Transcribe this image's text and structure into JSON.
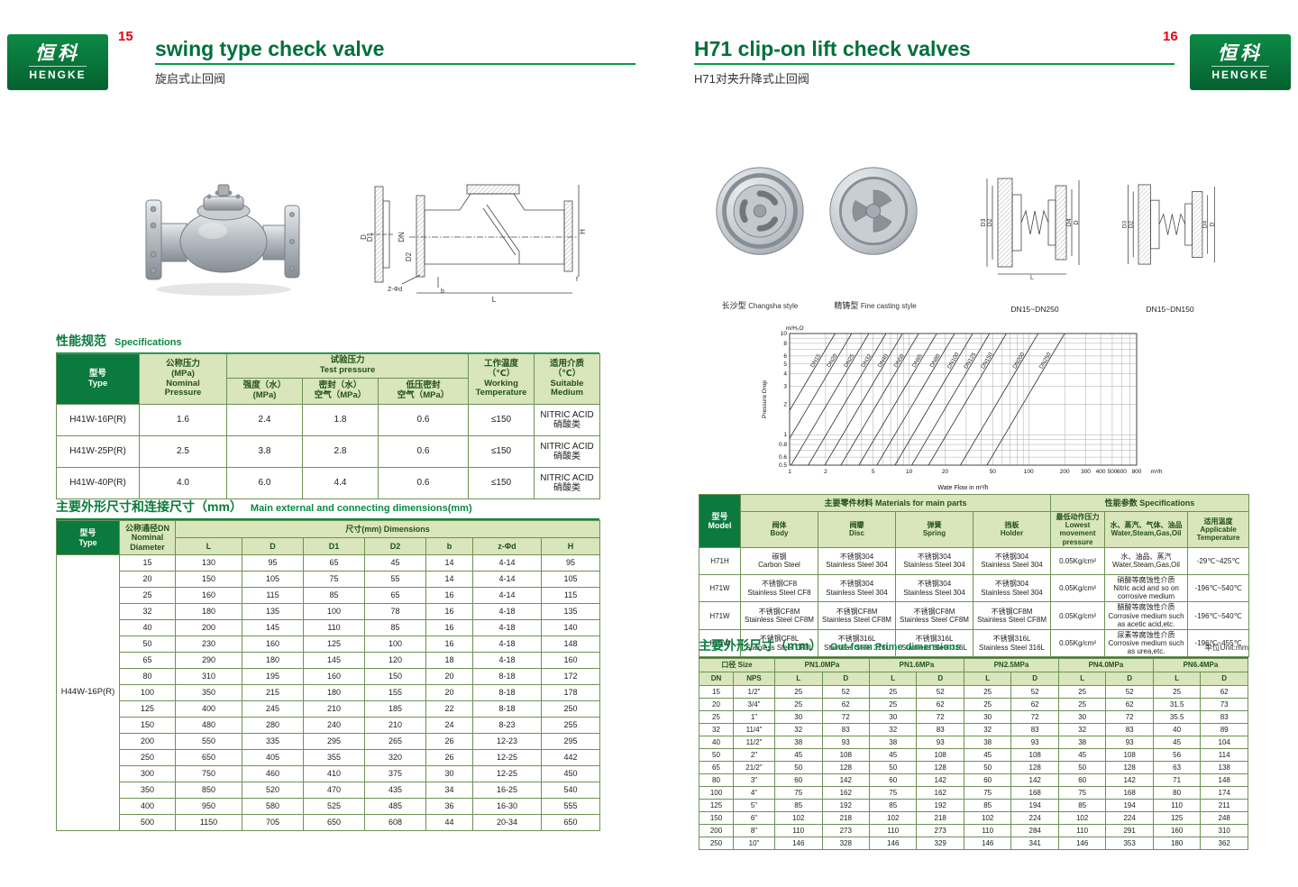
{
  "brand": {
    "logo_zh": "恒科",
    "logo_en": "HENGKE"
  },
  "header": {
    "left_page_no": "15",
    "left_title_en": "swing type check valve",
    "left_title_zh": "旋启式止回阀",
    "right_page_no": "16",
    "right_title_en": "H71 clip-on lift check valves",
    "right_title_zh": "H71对夹升降式止回阀"
  },
  "left_page": {
    "spec": {
      "heading_zh": "性能规范",
      "heading_en": "Specifications",
      "headers": {
        "type": "型号\nType",
        "nominal": "公称压力\n(MPa)\nNominal\nPressure",
        "test": "试验压力\nTest pressure",
        "strength": "强度（水）\n(MPa)",
        "seal": "密封（水）\n空气（MPa）",
        "low_seal": "低压密封\n空气（MPa）",
        "working": "工作温度（℃）\nWorking\nTemperature",
        "medium": "适用介质（℃）\nSuitable\nMedium"
      },
      "rows": [
        [
          "H41W-16P(R)",
          "1.6",
          "2.4",
          "1.8",
          "0.6",
          "≤150",
          "NITRIC ACID\n硝酸类"
        ],
        [
          "H41W-25P(R)",
          "2.5",
          "3.8",
          "2.8",
          "0.6",
          "≤150",
          "NITRIC ACID\n硝酸类"
        ],
        [
          "H41W-40P(R)",
          "4.0",
          "6.0",
          "4.4",
          "0.6",
          "≤150",
          "NITRIC ACID\n硝酸类"
        ]
      ]
    },
    "dims": {
      "heading_zh": "主要外形尺寸和连接尺寸（mm）",
      "heading_en": "Main external and connecting dimensions(mm)",
      "model": "H44W-16P(R)",
      "headers": {
        "type": "型号\nType",
        "dn": "公称通径DN\nNominal\nDiameter",
        "dims": "尺寸(mm) Dimensions",
        "cols": [
          "L",
          "D",
          "D1",
          "D2",
          "b",
          "z-Φd",
          "H"
        ]
      },
      "rows": [
        [
          "15",
          "130",
          "95",
          "65",
          "45",
          "14",
          "4-14",
          "95"
        ],
        [
          "20",
          "150",
          "105",
          "75",
          "55",
          "14",
          "4-14",
          "105"
        ],
        [
          "25",
          "160",
          "115",
          "85",
          "65",
          "16",
          "4-14",
          "115"
        ],
        [
          "32",
          "180",
          "135",
          "100",
          "78",
          "16",
          "4-18",
          "135"
        ],
        [
          "40",
          "200",
          "145",
          "110",
          "85",
          "16",
          "4-18",
          "140"
        ],
        [
          "50",
          "230",
          "160",
          "125",
          "100",
          "16",
          "4-18",
          "148"
        ],
        [
          "65",
          "290",
          "180",
          "145",
          "120",
          "18",
          "4-18",
          "160"
        ],
        [
          "80",
          "310",
          "195",
          "160",
          "150",
          "20",
          "8-18",
          "172"
        ],
        [
          "100",
          "350",
          "215",
          "180",
          "155",
          "20",
          "8-18",
          "178"
        ],
        [
          "125",
          "400",
          "245",
          "210",
          "185",
          "22",
          "8-18",
          "250"
        ],
        [
          "150",
          "480",
          "280",
          "240",
          "210",
          "24",
          "8-23",
          "255"
        ],
        [
          "200",
          "550",
          "335",
          "295",
          "265",
          "26",
          "12-23",
          "295"
        ],
        [
          "250",
          "650",
          "405",
          "355",
          "320",
          "26",
          "12-25",
          "442"
        ],
        [
          "300",
          "750",
          "460",
          "410",
          "375",
          "30",
          "12-25",
          "450"
        ],
        [
          "350",
          "850",
          "520",
          "470",
          "435",
          "34",
          "16-25",
          "540"
        ],
        [
          "400",
          "950",
          "580",
          "525",
          "485",
          "36",
          "16-30",
          "555"
        ],
        [
          "500",
          "1150",
          "705",
          "650",
          "608",
          "44",
          "20-34",
          "650"
        ]
      ]
    },
    "drawing_labels": {
      "d": "D",
      "d1": "D1",
      "dn": "DN",
      "d2": "D2",
      "h": "H",
      "l": "L",
      "z": "Z-Φd",
      "b": "b",
      "f": "f"
    }
  },
  "right_page": {
    "captions": {
      "photo1_zh": "长沙型",
      "photo1_en": "Changsha style",
      "photo2_zh": "精铸型",
      "photo2_en": "Fine casting style",
      "drawing1_range": "DN15~DN250",
      "drawing2_range": "DN15~DN150"
    },
    "drawing_labels": {
      "d3": "D3",
      "d2": "D2",
      "d4": "D4",
      "d": "D",
      "l": "L"
    },
    "materials": {
      "headers": {
        "model": "型号\nModel",
        "main_parts": "主要零件材料 Materials for main parts",
        "specs": "性能参数 Specifications",
        "body": "阀体\nBody",
        "disc": "阀瓣\nDisc",
        "spring": "弹簧\nSpring",
        "holder": "挡板\nHolder",
        "pressure": "最低动作压力\nLowest movement\npressure",
        "medium": "水、蒸汽、气体、油品\nWater,Steam,Gas,Oil",
        "temp": "适用温度\nApplicable\nTemperature"
      },
      "rows": [
        [
          "H71H",
          "碳钢\nCarbon Steel",
          "不锈钢304\nStainless Steel 304",
          "不锈钢304\nStainless Steel 304",
          "不锈钢304\nStainless Steel 304",
          "0.05Kg/cm²",
          "水、油品、蒸汽\nWater,Steam,Gas,Oil",
          "-29℃~425℃"
        ],
        [
          "H71W",
          "不锈钢CF8\nStainless Steel CF8",
          "不锈钢304\nStainless Steel 304",
          "不锈钢304\nStainless Steel 304",
          "不锈钢304\nStainless Steel 304",
          "0.05Kg/cm²",
          "硝酸等腐蚀性介质\nNitric acid and so on corrosive medium",
          "-196℃~540℃"
        ],
        [
          "H71W",
          "不锈钢CF8M\nStainless Steel CF8M",
          "不锈钢CF8M\nStainless Steel CF8M",
          "不锈钢CF8M\nStainless Steel CF8M",
          "不锈钢CF8M\nStainless Steel CF8M",
          "0.05Kg/cm²",
          "醋酸等腐蚀性介质\nCorrosive medium such as acetic acid,etc.",
          "-196℃~540℃"
        ],
        [
          "H71W",
          "不锈钢CF8L\nStainless Steel CF8L",
          "不锈钢316L\nStainless Steel 316L",
          "不锈钢316L\nStainless Steel 316L",
          "不锈钢316L\nStainless Steel 316L",
          "0.05Kg/cm²",
          "尿素等腐蚀性介质\nCorrosive medium such as urea,etc.",
          "-196℃~455℃"
        ]
      ]
    },
    "outform": {
      "heading_zh": "主要外形尺寸（mm）",
      "heading_en": "Out-form Prime dimensions",
      "unit_note": "单位Unit:mm",
      "headers": {
        "size": "口径 Size",
        "dn": "DN",
        "nps": "NPS",
        "l": "L",
        "d": "D",
        "pn10": "PN1.0MPa",
        "pn16": "PN1.6MPa",
        "pn25": "PN2.5MPa",
        "pn40": "PN4.0MPa",
        "pn64": "PN6.4MPa"
      },
      "rows": [
        [
          "15",
          "1/2\"",
          "25",
          "52",
          "25",
          "52",
          "25",
          "52",
          "25",
          "52",
          "25",
          "62"
        ],
        [
          "20",
          "3/4\"",
          "25",
          "62",
          "25",
          "62",
          "25",
          "62",
          "25",
          "62",
          "31.5",
          "73"
        ],
        [
          "25",
          "1\"",
          "30",
          "72",
          "30",
          "72",
          "30",
          "72",
          "30",
          "72",
          "35.5",
          "83"
        ],
        [
          "32",
          "11/4\"",
          "32",
          "83",
          "32",
          "83",
          "32",
          "83",
          "32",
          "83",
          "40",
          "89"
        ],
        [
          "40",
          "11/2\"",
          "38",
          "93",
          "38",
          "93",
          "38",
          "93",
          "38",
          "93",
          "45",
          "104"
        ],
        [
          "50",
          "2\"",
          "45",
          "108",
          "45",
          "108",
          "45",
          "108",
          "45",
          "108",
          "56",
          "114"
        ],
        [
          "65",
          "21/2\"",
          "50",
          "128",
          "50",
          "128",
          "50",
          "128",
          "50",
          "128",
          "63",
          "138"
        ],
        [
          "80",
          "3\"",
          "60",
          "142",
          "60",
          "142",
          "60",
          "142",
          "60",
          "142",
          "71",
          "148"
        ],
        [
          "100",
          "4\"",
          "75",
          "162",
          "75",
          "162",
          "75",
          "168",
          "75",
          "168",
          "80",
          "174"
        ],
        [
          "125",
          "5\"",
          "85",
          "192",
          "85",
          "192",
          "85",
          "194",
          "85",
          "194",
          "110",
          "211"
        ],
        [
          "150",
          "6\"",
          "102",
          "218",
          "102",
          "218",
          "102",
          "224",
          "102",
          "224",
          "125",
          "248"
        ],
        [
          "200",
          "8\"",
          "110",
          "273",
          "110",
          "273",
          "110",
          "284",
          "110",
          "291",
          "160",
          "310"
        ],
        [
          "250",
          "10\"",
          "146",
          "328",
          "146",
          "329",
          "146",
          "341",
          "146",
          "353",
          "180",
          "362"
        ]
      ]
    }
  },
  "chart_data": {
    "type": "line",
    "title": "",
    "xlabel": "Wate Flow in m³/h",
    "x_unit": "m³/h",
    "ylabel_side": "Pressure Drop",
    "ylabel_top": "m/H₂O",
    "xlim": [
      1,
      800
    ],
    "ylim": [
      0.5,
      10
    ],
    "x_ticks": [
      1,
      2,
      5,
      10,
      20,
      50,
      100,
      200,
      300,
      400,
      500,
      600,
      800
    ],
    "y_ticks": [
      0.5,
      0.6,
      0.8,
      1,
      2,
      3,
      4,
      5,
      6,
      8,
      10
    ],
    "grid": "log-log",
    "slope": 2,
    "lines": [
      {
        "label": "DN15",
        "x_at_top": 2.4
      },
      {
        "label": "DN20",
        "x_at_top": 3.3
      },
      {
        "label": "DN25",
        "x_at_top": 4.6
      },
      {
        "label": "DN32",
        "x_at_top": 6.4
      },
      {
        "label": "DN40",
        "x_at_top": 8.8
      },
      {
        "label": "DN50",
        "x_at_top": 12
      },
      {
        "label": "DN65",
        "x_at_top": 17
      },
      {
        "label": "DN80",
        "x_at_top": 24
      },
      {
        "label": "DN100",
        "x_at_top": 34
      },
      {
        "label": "DN125",
        "x_at_top": 47
      },
      {
        "label": "DN150",
        "x_at_top": 65
      },
      {
        "label": "DN200",
        "x_at_top": 120
      },
      {
        "label": "DN250",
        "x_at_top": 200
      }
    ]
  }
}
